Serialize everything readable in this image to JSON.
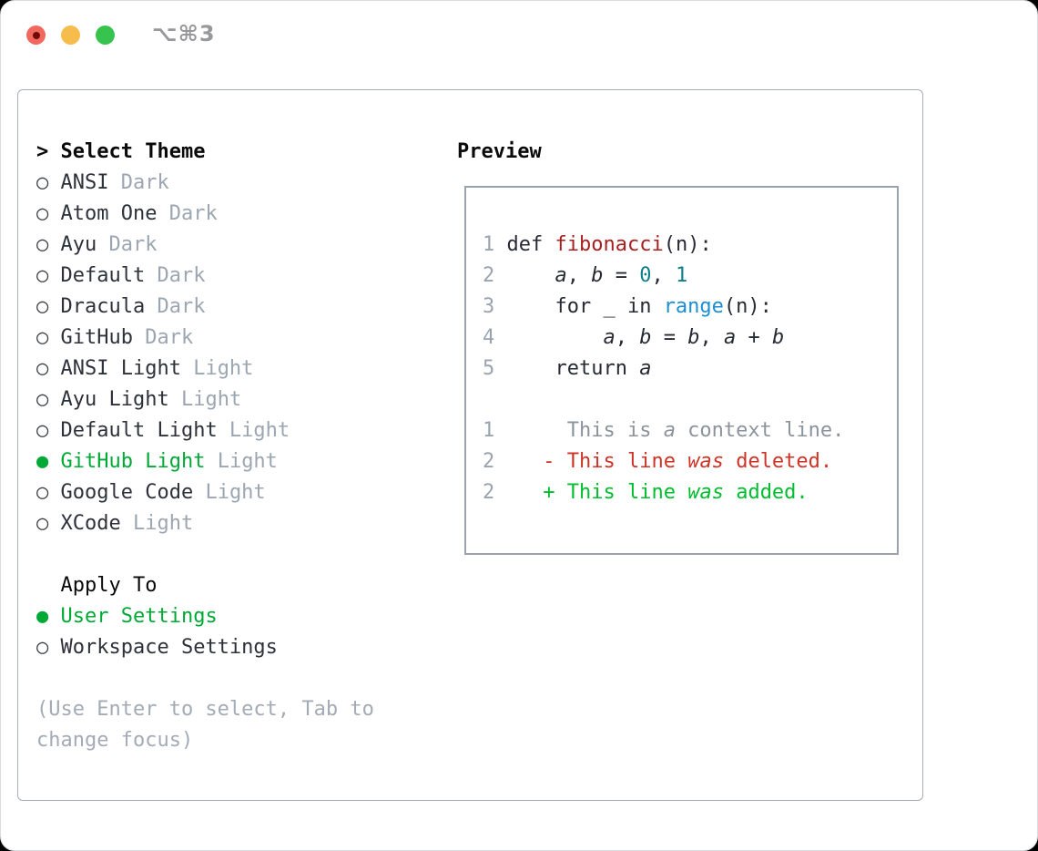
{
  "titlebar": {
    "shortcut": "⌥⌘3",
    "buttons": [
      "close-button",
      "minimize-button",
      "zoom-button"
    ]
  },
  "colors": {
    "selection_green": "#00a936",
    "added_green": "#00bd2f",
    "deleted_red": "#ce3326",
    "function_red": "#a81f1f",
    "builtin_blue": "#1b8fd2",
    "number_teal": "#0e7f8a",
    "muted_gray": "#9ca6b2",
    "panel_border": "#a6aeb8",
    "traffic_red": "#f0685e",
    "traffic_yellow": "#f6bd4c",
    "traffic_green": "#37c44e"
  },
  "theme_list": {
    "prompt": ">",
    "header": "Select Theme",
    "items": [
      {
        "name": "ANSI",
        "tag": "Dark",
        "selected": false
      },
      {
        "name": "Atom One",
        "tag": "Dark",
        "selected": false
      },
      {
        "name": "Ayu",
        "tag": "Dark",
        "selected": false
      },
      {
        "name": "Default",
        "tag": "Dark",
        "selected": false
      },
      {
        "name": "Dracula",
        "tag": "Dark",
        "selected": false
      },
      {
        "name": "GitHub",
        "tag": "Dark",
        "selected": false
      },
      {
        "name": "ANSI Light",
        "tag": "Light",
        "selected": false
      },
      {
        "name": "Ayu Light",
        "tag": "Light",
        "selected": false
      },
      {
        "name": "Default Light",
        "tag": "Light",
        "selected": false
      },
      {
        "name": "GitHub Light",
        "tag": "Light",
        "selected": true
      },
      {
        "name": "Google Code",
        "tag": "Light",
        "selected": false
      },
      {
        "name": "XCode",
        "tag": "Light",
        "selected": false
      }
    ],
    "marker_unselected": "○",
    "marker_selected": "●"
  },
  "apply_to": {
    "header": "Apply To",
    "options": [
      {
        "name": "User Settings",
        "selected": true
      },
      {
        "name": "Workspace Settings",
        "selected": false
      }
    ]
  },
  "help": {
    "line1": "(Use Enter to select, Tab to",
    "line2": "change focus)"
  },
  "preview": {
    "header": "Preview",
    "code_lines": [
      {
        "n": "1",
        "toks": [
          [
            "def ",
            "p"
          ],
          [
            "fibonacci",
            "fn"
          ],
          [
            "(n):",
            "p"
          ]
        ]
      },
      {
        "n": "2",
        "toks": [
          [
            "    ",
            "p"
          ],
          [
            "a",
            "v"
          ],
          [
            ", ",
            "p"
          ],
          [
            "b",
            "v"
          ],
          [
            " = ",
            "p"
          ],
          [
            "0",
            "num"
          ],
          [
            ", ",
            "p"
          ],
          [
            "1",
            "num"
          ]
        ]
      },
      {
        "n": "3",
        "toks": [
          [
            "    for _ in ",
            "p"
          ],
          [
            "range",
            "call"
          ],
          [
            "(n):",
            "p"
          ]
        ]
      },
      {
        "n": "4",
        "toks": [
          [
            "        ",
            "p"
          ],
          [
            "a",
            "v"
          ],
          [
            ", ",
            "p"
          ],
          [
            "b",
            "v"
          ],
          [
            " = ",
            "p"
          ],
          [
            "b",
            "v"
          ],
          [
            ", ",
            "p"
          ],
          [
            "a",
            "v"
          ],
          [
            " + ",
            "p"
          ],
          [
            "b",
            "v"
          ]
        ]
      },
      {
        "n": "5",
        "toks": [
          [
            "    return ",
            "p"
          ],
          [
            "a",
            "v"
          ]
        ]
      }
    ],
    "diff_lines": [
      {
        "n": "1",
        "toks": [
          [
            "     This is ",
            "ctx"
          ],
          [
            "a",
            "ctx_i"
          ],
          [
            " context line.",
            "ctx"
          ]
        ]
      },
      {
        "n": "2",
        "toks": [
          [
            "   ",
            "p"
          ],
          [
            "- This line ",
            "del"
          ],
          [
            "was",
            "del_i"
          ],
          [
            " deleted.",
            "del"
          ]
        ]
      },
      {
        "n": "2",
        "toks": [
          [
            "   ",
            "p"
          ],
          [
            "+ This line ",
            "add"
          ],
          [
            "was",
            "add_i"
          ],
          [
            " added.",
            "add"
          ]
        ]
      }
    ]
  }
}
